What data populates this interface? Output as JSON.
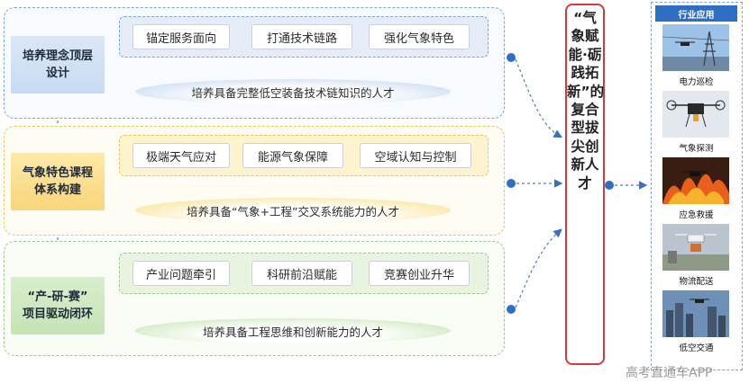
{
  "rows": [
    {
      "label": "培养理念顶层\n设计",
      "tags": [
        "锚定服务面向",
        "打通技术链路",
        "强化气象特色"
      ],
      "result": "培养具备完整低空装备技术链知识的人才"
    },
    {
      "label": "气象特色课程\n体系构建",
      "tags": [
        "极端天气应对",
        "能源气象保障",
        "空域认知与控制"
      ],
      "result": "培养具备“气象+工程”交叉系统能力的人才"
    },
    {
      "label": "“产-研-赛”\n项目驱动闭环",
      "tags": [
        "产业问题牵引",
        "科研前沿赋能",
        "竞赛创业升华"
      ],
      "result": "培养具备工程思维和创新能力的人才"
    }
  ],
  "center_title": "“气象赋能·砺践拓新”的复合型拔尖创新人才",
  "industry": {
    "header": "行业应用",
    "items": [
      {
        "caption": "电力巡检",
        "icon": "power-inspection-drone-image"
      },
      {
        "caption": "气象探测",
        "icon": "weather-detection-drone-image"
      },
      {
        "caption": "应急救援",
        "icon": "emergency-rescue-drone-image"
      },
      {
        "caption": "物流配送",
        "icon": "logistics-delivery-drone-image"
      },
      {
        "caption": "低空交通",
        "icon": "low-altitude-traffic-drone-image"
      }
    ]
  },
  "watermark": "高考直通车APP",
  "colors": {
    "blue": "#7ea4d8",
    "yellow": "#e9c55a",
    "green": "#9cc98f",
    "accent_blue": "#2e6fc4",
    "title_border": "#d33a3a"
  }
}
